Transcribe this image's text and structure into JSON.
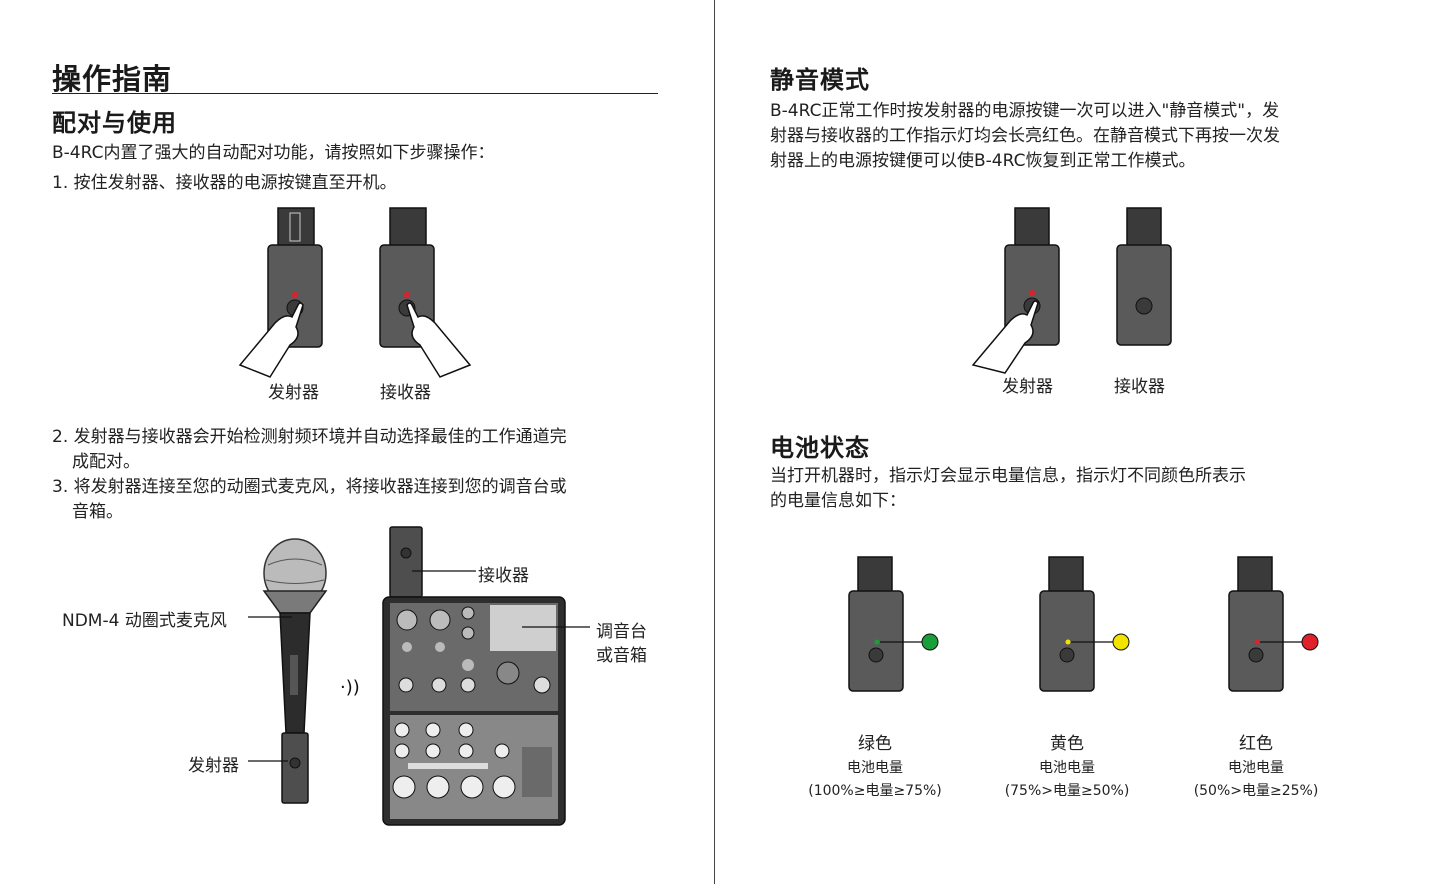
{
  "left": {
    "title": "操作指南",
    "section1_title": "配对与使用",
    "intro": "B-4RC内置了强大的自动配对功能，请按照如下步骤操作：",
    "step1": "1. 按住发射器、接收器的电源按键直至开机。",
    "fig1_label_tx": "发射器",
    "fig1_label_rx": "接收器",
    "step2_line1": "2. 发射器与接收器会开始检测射频环境并自动选择最佳的工作通道完",
    "step2_line2": "成配对。",
    "step3_line1": "3. 将发射器连接至您的动圈式麦克风，将接收器连接到您的调音台或",
    "step3_line2": "音箱。",
    "fig2_mic_label": "NDM-4 动圈式麦克风",
    "fig2_tx_label": "发射器",
    "fig2_rx_label": "接收器",
    "fig2_mixer_label_1": "调音台",
    "fig2_mixer_label_2": "或音箱"
  },
  "right": {
    "mute_title": "静音模式",
    "mute_line1": "B-4RC正常工作时按发射器的电源按键一次可以进入\"静音模式\"，发",
    "mute_line2": "射器与接收器的工作指示灯均会长亮红色。在静音模式下再按一次发",
    "mute_line3": "射器上的电源按键便可以使B-4RC恢复到正常工作模式。",
    "fig_label_tx": "发射器",
    "fig_label_rx": "接收器",
    "battery_title": "电池状态",
    "battery_line1": "当打开机器时，指示灯会显示电量信息，指示灯不同颜色所表示",
    "battery_line2": "的电量信息如下：",
    "battery_states": [
      {
        "color_name": "绿色",
        "label": "电池电量",
        "range": "(100%≥电量≥75%)",
        "color": "#1a9e3a"
      },
      {
        "color_name": "黄色",
        "label": "电池电量",
        "range": "(75%>电量≥50%)",
        "color": "#f2e400"
      },
      {
        "color_name": "红色",
        "label": "电池电量",
        "range": "(50%>电量≥25%)",
        "color": "#e0202a"
      }
    ]
  },
  "colors": {
    "device_body": "#5a5a5a",
    "device_dark": "#2e2e2e",
    "text": "#222222"
  }
}
